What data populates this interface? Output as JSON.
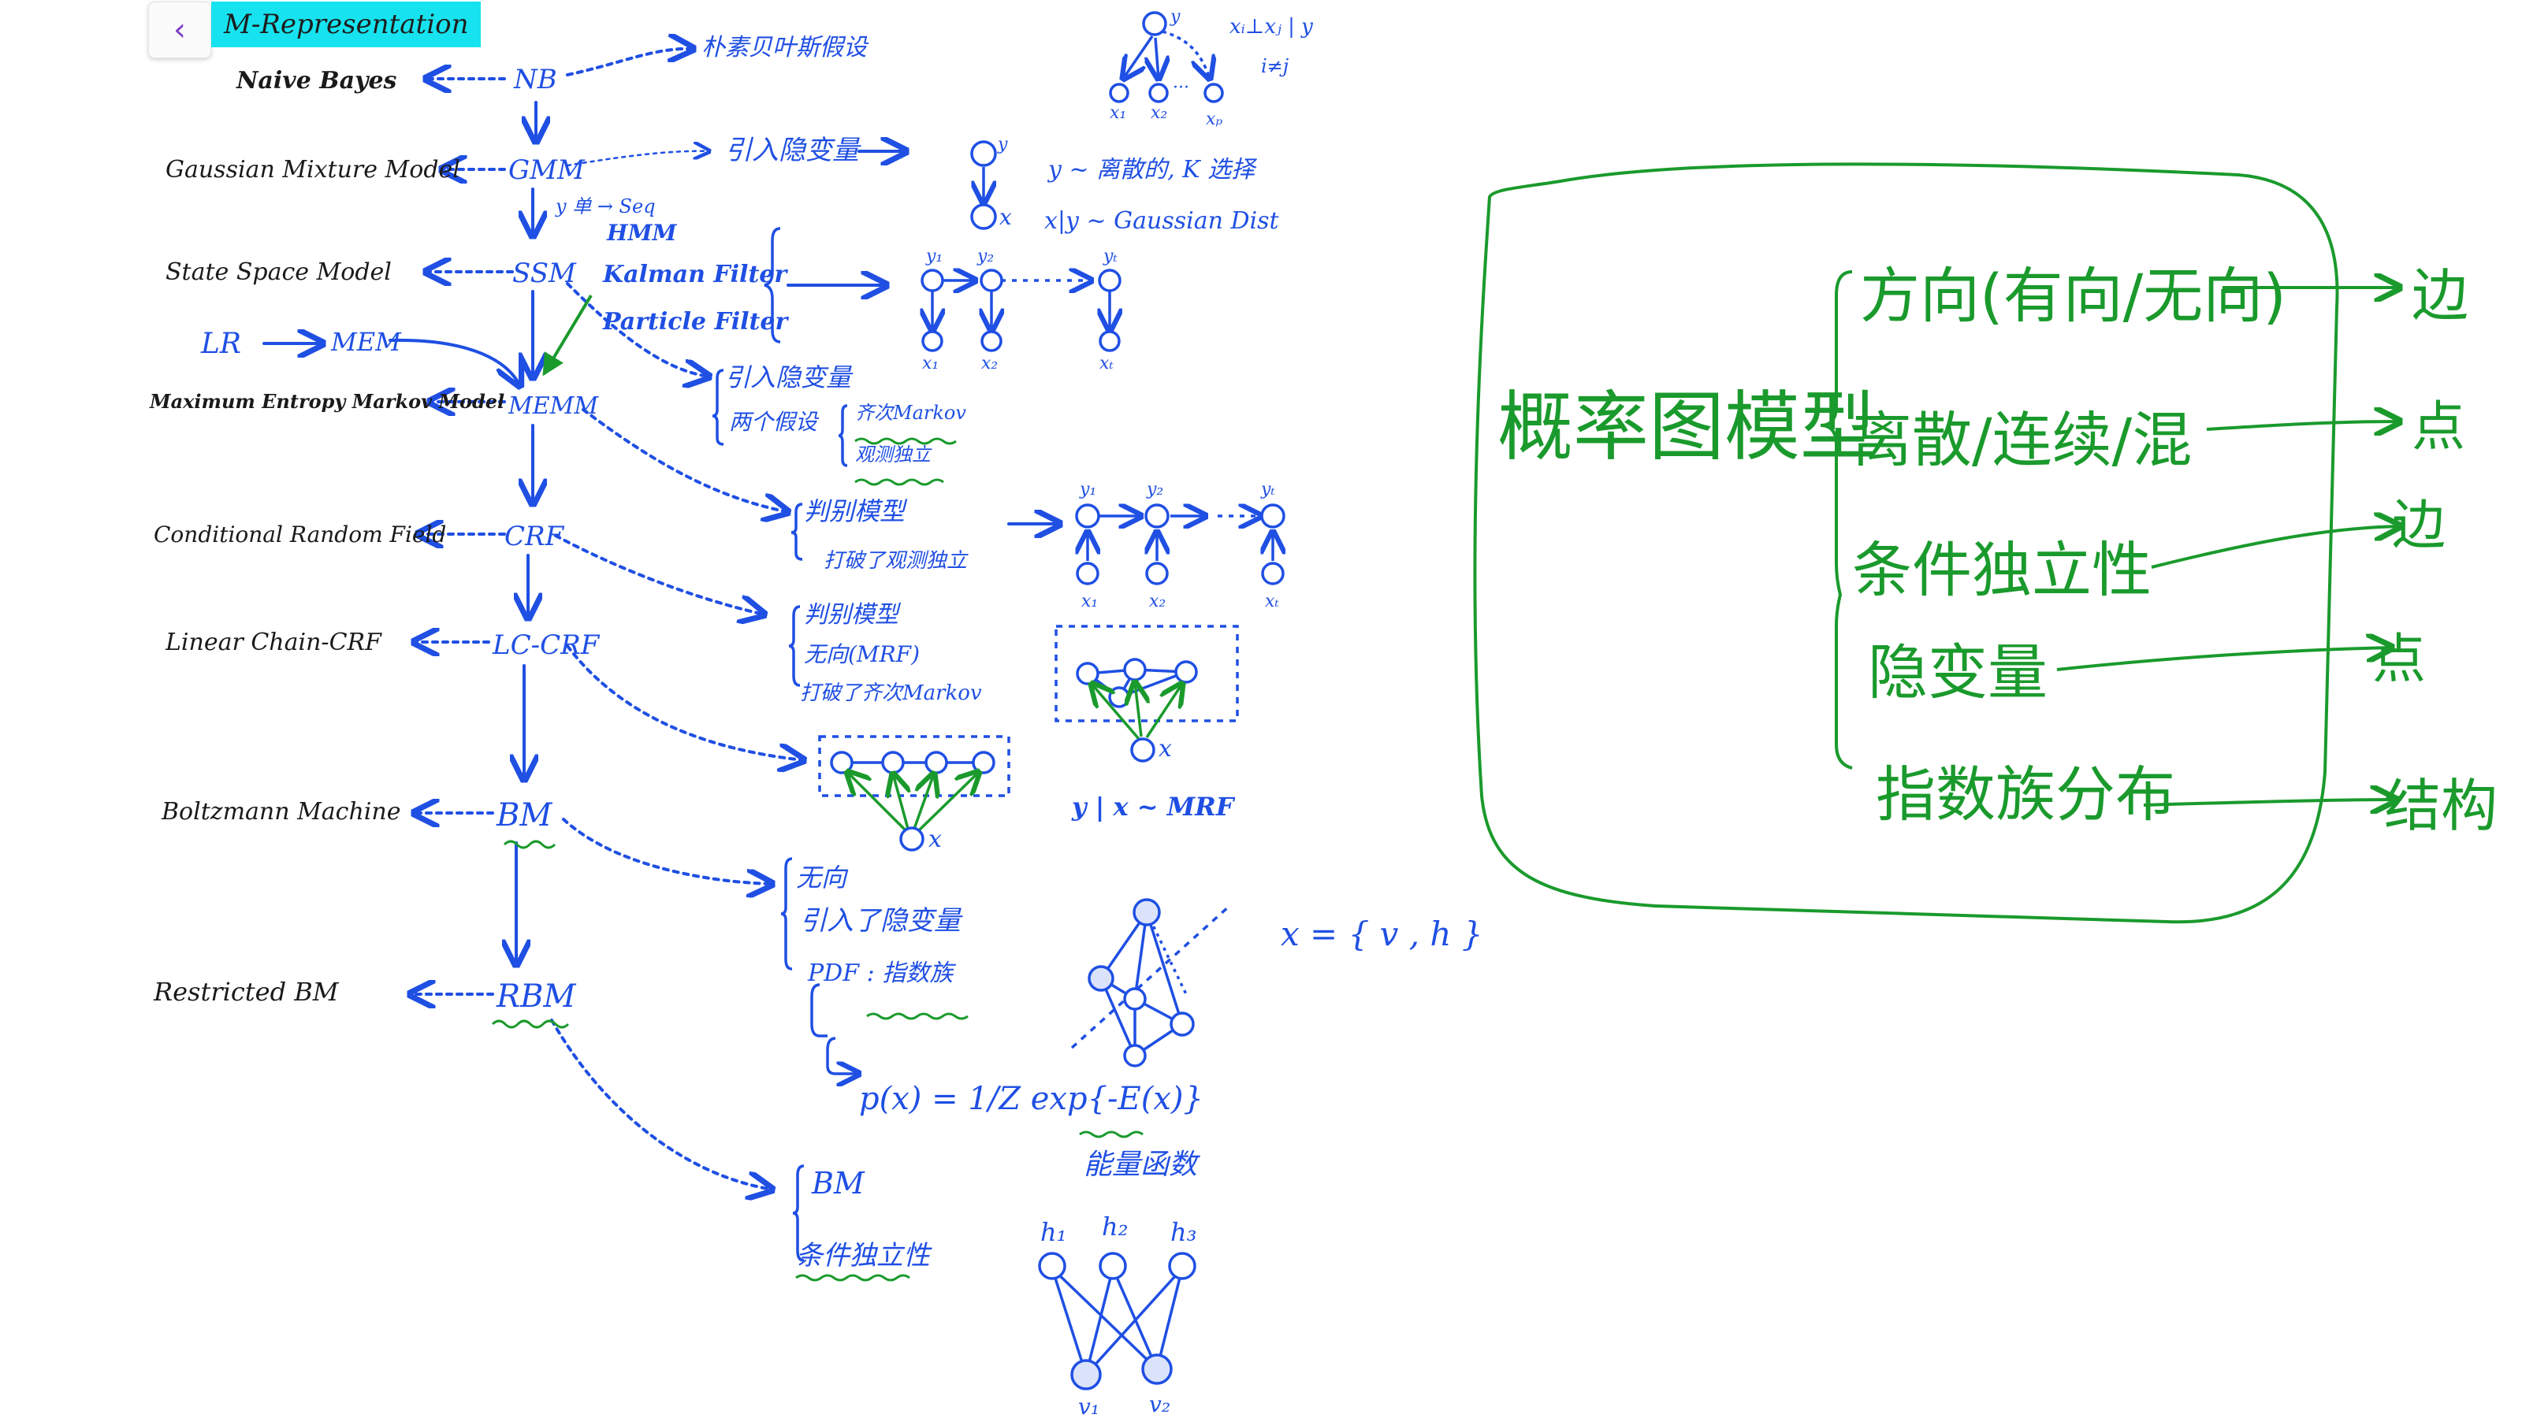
{
  "toolbar": {
    "back_icon": "chevron-left-icon",
    "title": "M-Representation"
  },
  "colors": {
    "blue_ink": "#1f4fe3",
    "black_ink": "#1a1a1a",
    "green_ink": "#1a9a2c",
    "title_bg": "#16e3ef"
  },
  "rows": {
    "nb": {
      "full": "Naive Bayes",
      "abbr": "NB",
      "note": "朴素贝叶斯假设"
    },
    "gmm": {
      "full": "Gaussian Mixture Model",
      "abbr": "GMM",
      "note": "引入隐变量",
      "arrow_note": "y 单 → Seq"
    },
    "ssm": {
      "full": "State Space Model",
      "abbr": "SSM",
      "variants": [
        "HMM",
        "Kalman Filter",
        "Particle Filter"
      ]
    },
    "lr": {
      "lr": "LR",
      "mem": "MEM"
    },
    "memm": {
      "full": "Maximum Entropy Markov Model",
      "abbr": "MEMM",
      "notes": [
        "引入隐变量",
        "两个假设",
        "齐次Markov",
        "观测独立"
      ]
    },
    "crf": {
      "full": "Conditional Random Field",
      "abbr": "CRF",
      "notes": [
        "判别模型",
        "打破了观测独立"
      ]
    },
    "lccrf": {
      "full": "Linear Chain-CRF",
      "abbr": "LC-CRF",
      "notes": [
        "判别模型",
        "无向(MRF)",
        "打破了齐次Markov"
      ],
      "mrf_label": "y | x ~ MRF"
    },
    "bm": {
      "full": "Boltzmann Machine",
      "abbr": "BM",
      "notes": [
        "无向",
        "引入了隐变量",
        "PDF : 指数族"
      ],
      "x_def": "x = { v , h }",
      "formula": "p(x) = 1/Z exp{-E(x)}",
      "energy": "能量函数"
    },
    "rbm": {
      "full": "Restricted BM",
      "abbr": "RBM",
      "notes": [
        "BM",
        "条件独立性"
      ]
    }
  },
  "nb_graph": {
    "y": "y",
    "x_labels": [
      "x₁",
      "x₂",
      "xₚ"
    ],
    "dots": "···",
    "notes": [
      "xᵢ⊥xⱼ | y",
      "i≠j"
    ]
  },
  "gmm_graph": {
    "y": "y",
    "x": "x",
    "notes": [
      "y ~ 离散的, K 选择",
      "x|y ~ Gaussian Dist"
    ]
  },
  "ssm_graph": {
    "y_labels": [
      "y₁",
      "y₂",
      "yₜ"
    ],
    "x_labels": [
      "x₁",
      "x₂",
      "xₜ"
    ]
  },
  "crf_graph": {
    "y_labels": [
      "y₁",
      "y₂",
      "yₜ"
    ],
    "x_labels": [
      "x₁",
      "x₂",
      "xₜ"
    ]
  },
  "node_labels": {
    "x": "x"
  },
  "rbm_graph": {
    "h_labels": [
      "h₁",
      "h₂",
      "h₃"
    ],
    "v_labels": [
      "v₁",
      "v₂"
    ]
  },
  "summary": {
    "title": "概率图模型",
    "items": [
      {
        "label": "方向(有向/无向)",
        "maps_to": "边"
      },
      {
        "label": "离散/连续/混",
        "maps_to": "点"
      },
      {
        "label": "条件独立性",
        "maps_to": "边"
      },
      {
        "label": "隐变量",
        "maps_to": "点"
      },
      {
        "label": "指数族分布",
        "maps_to": "结构"
      }
    ]
  }
}
